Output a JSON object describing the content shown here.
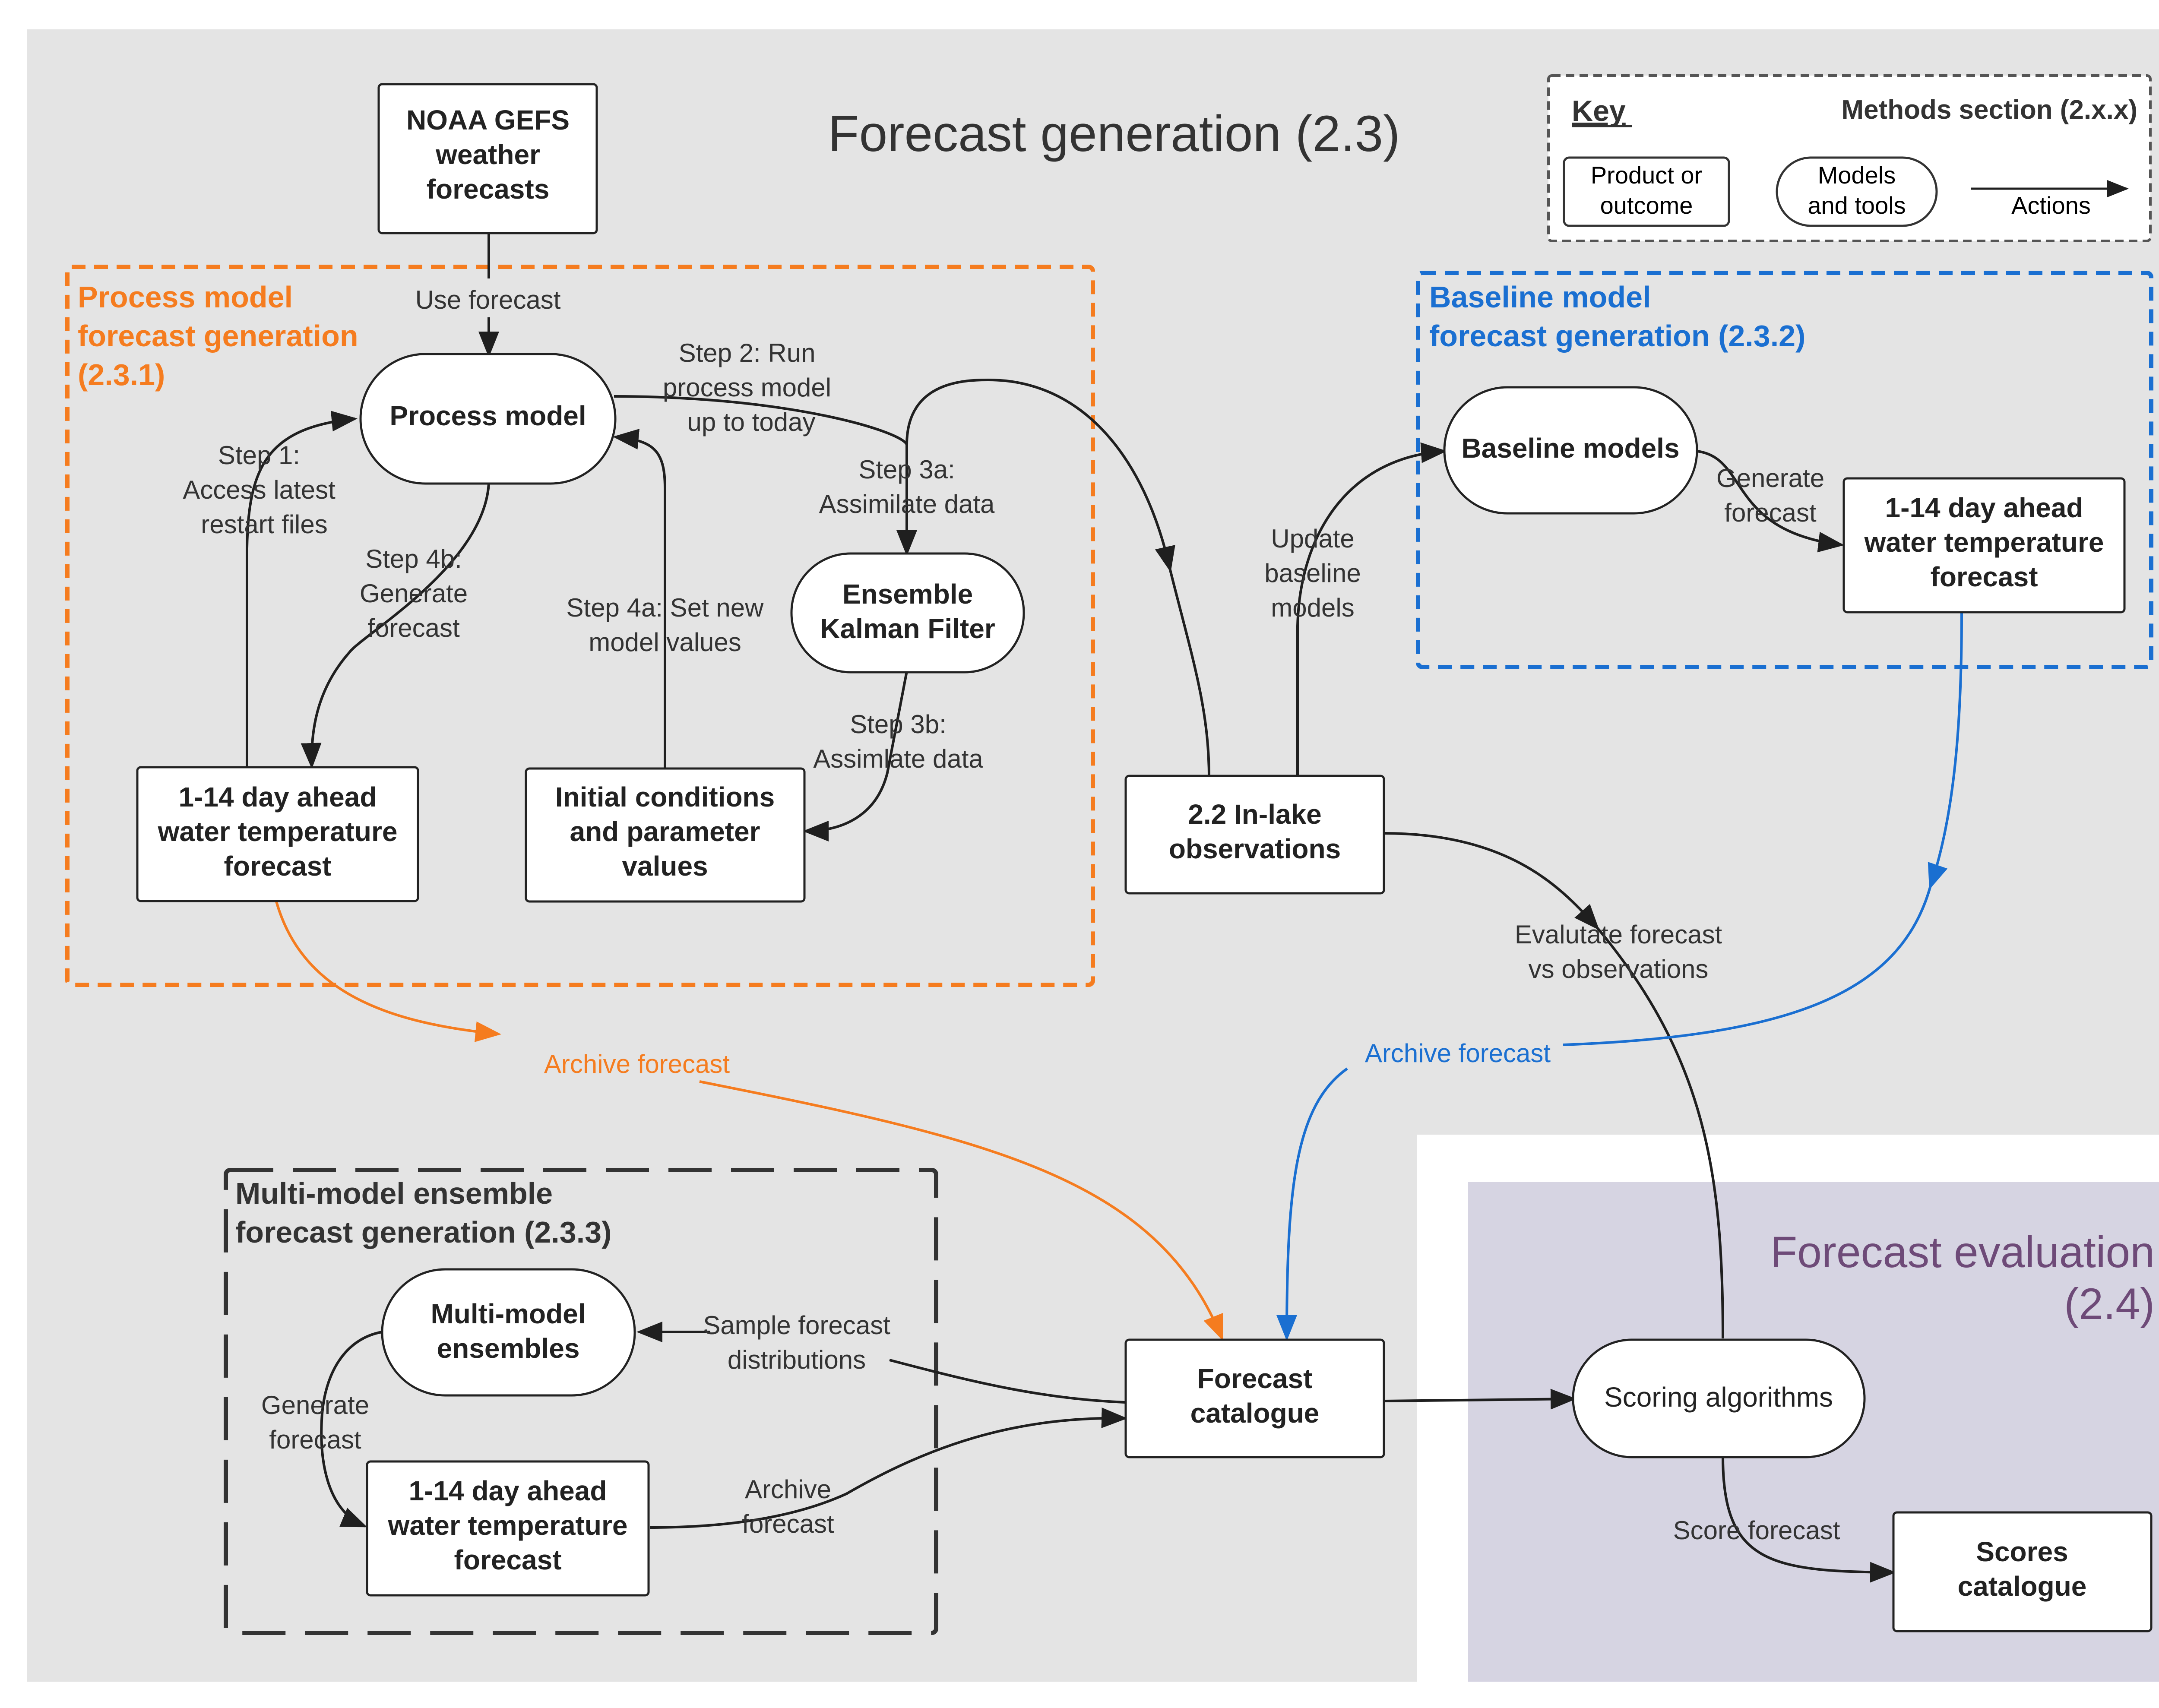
{
  "regions": {
    "generation_title": "Forecast generation (2.3)",
    "evaluation_title_line1": "Forecast evaluation",
    "evaluation_title_line2": "(2.4)"
  },
  "key": {
    "title": "Key",
    "methods_section": "Methods section (2.x.x)",
    "product_line1": "Product or",
    "product_line2": "outcome",
    "models_line1": "Models",
    "models_line2": "and tools",
    "actions": "Actions"
  },
  "groups": {
    "process_line1": "Process model",
    "process_line2": "forecast generation",
    "process_line3": "(2.3.1)",
    "baseline_line1": "Baseline model",
    "baseline_line2": "forecast generation (2.3.2)",
    "multi_line1": "Multi-model ensemble",
    "multi_line2": "forecast generation (2.3.3)"
  },
  "nodes": {
    "noaa_line1": "NOAA GEFS",
    "noaa_line2": "weather",
    "noaa_line3": "forecasts",
    "process_model": "Process model",
    "enkf_line1": "Ensemble",
    "enkf_line2": "Kalman Filter",
    "pm_forecast_line1": "1-14 day ahead",
    "pm_forecast_line2": "water temperature",
    "pm_forecast_line3": "forecast",
    "init_line1": "Initial conditions",
    "init_line2": "and parameter",
    "init_line3": "values",
    "baseline_models": "Baseline models",
    "bl_forecast_line1": "1-14 day ahead",
    "bl_forecast_line2": "water temperature",
    "bl_forecast_line3": "forecast",
    "inlake_line1": "2.2 In-lake",
    "inlake_line2": "observations",
    "multi_line1": "Multi-model",
    "multi_line2": "ensembles",
    "mm_forecast_line1": "1-14 day ahead",
    "mm_forecast_line2": "water temperature",
    "mm_forecast_line3": "forecast",
    "catalogue_line1": "Forecast",
    "catalogue_line2": "catalogue",
    "scoring": "Scoring algorithms",
    "scores_line1": "Scores",
    "scores_line2": "catalogue"
  },
  "edges": {
    "use_forecast": "Use forecast",
    "step1_line1": "Step 1:",
    "step1_line2": "Access latest",
    "step1_line3": "restart files",
    "step2_line1": "Step 2: Run",
    "step2_line2": "process model",
    "step2_line3": "up to today",
    "step3a_line1": "Step 3a:",
    "step3a_line2": "Assimilate data",
    "step3b_line1": "Step 3b:",
    "step3b_line2": "Assimlate data",
    "step4a_line1": "Step 4a: Set new",
    "step4a_line2": "model values",
    "step4b_line1": "Step 4b:",
    "step4b_line2": "Generate",
    "step4b_line3": "forecast",
    "update_line1": "Update",
    "update_line2": "baseline",
    "update_line3": "models",
    "bl_generate_line1": "Generate",
    "bl_generate_line2": "forecast",
    "evaluate_line1": "Evalutate forecast",
    "evaluate_line2": "vs observations",
    "archive_orange": "Archive forecast",
    "archive_blue": "Archive forecast",
    "sample_line1": "Sample forecast",
    "sample_line2": "distributions",
    "mm_generate_line1": "Generate",
    "mm_generate_line2": "forecast",
    "mm_archive_line1": "Archive",
    "mm_archive_line2": "forecast",
    "score_forecast": "Score forecast"
  },
  "colors": {
    "generation_bg": "#e4e4e4",
    "evaluation_bg": "#d6d4e2",
    "evaluation_title": "#6e4a78",
    "process_accent": "#f57c1f",
    "baseline_accent": "#1a6fd1",
    "text": "#333333"
  }
}
